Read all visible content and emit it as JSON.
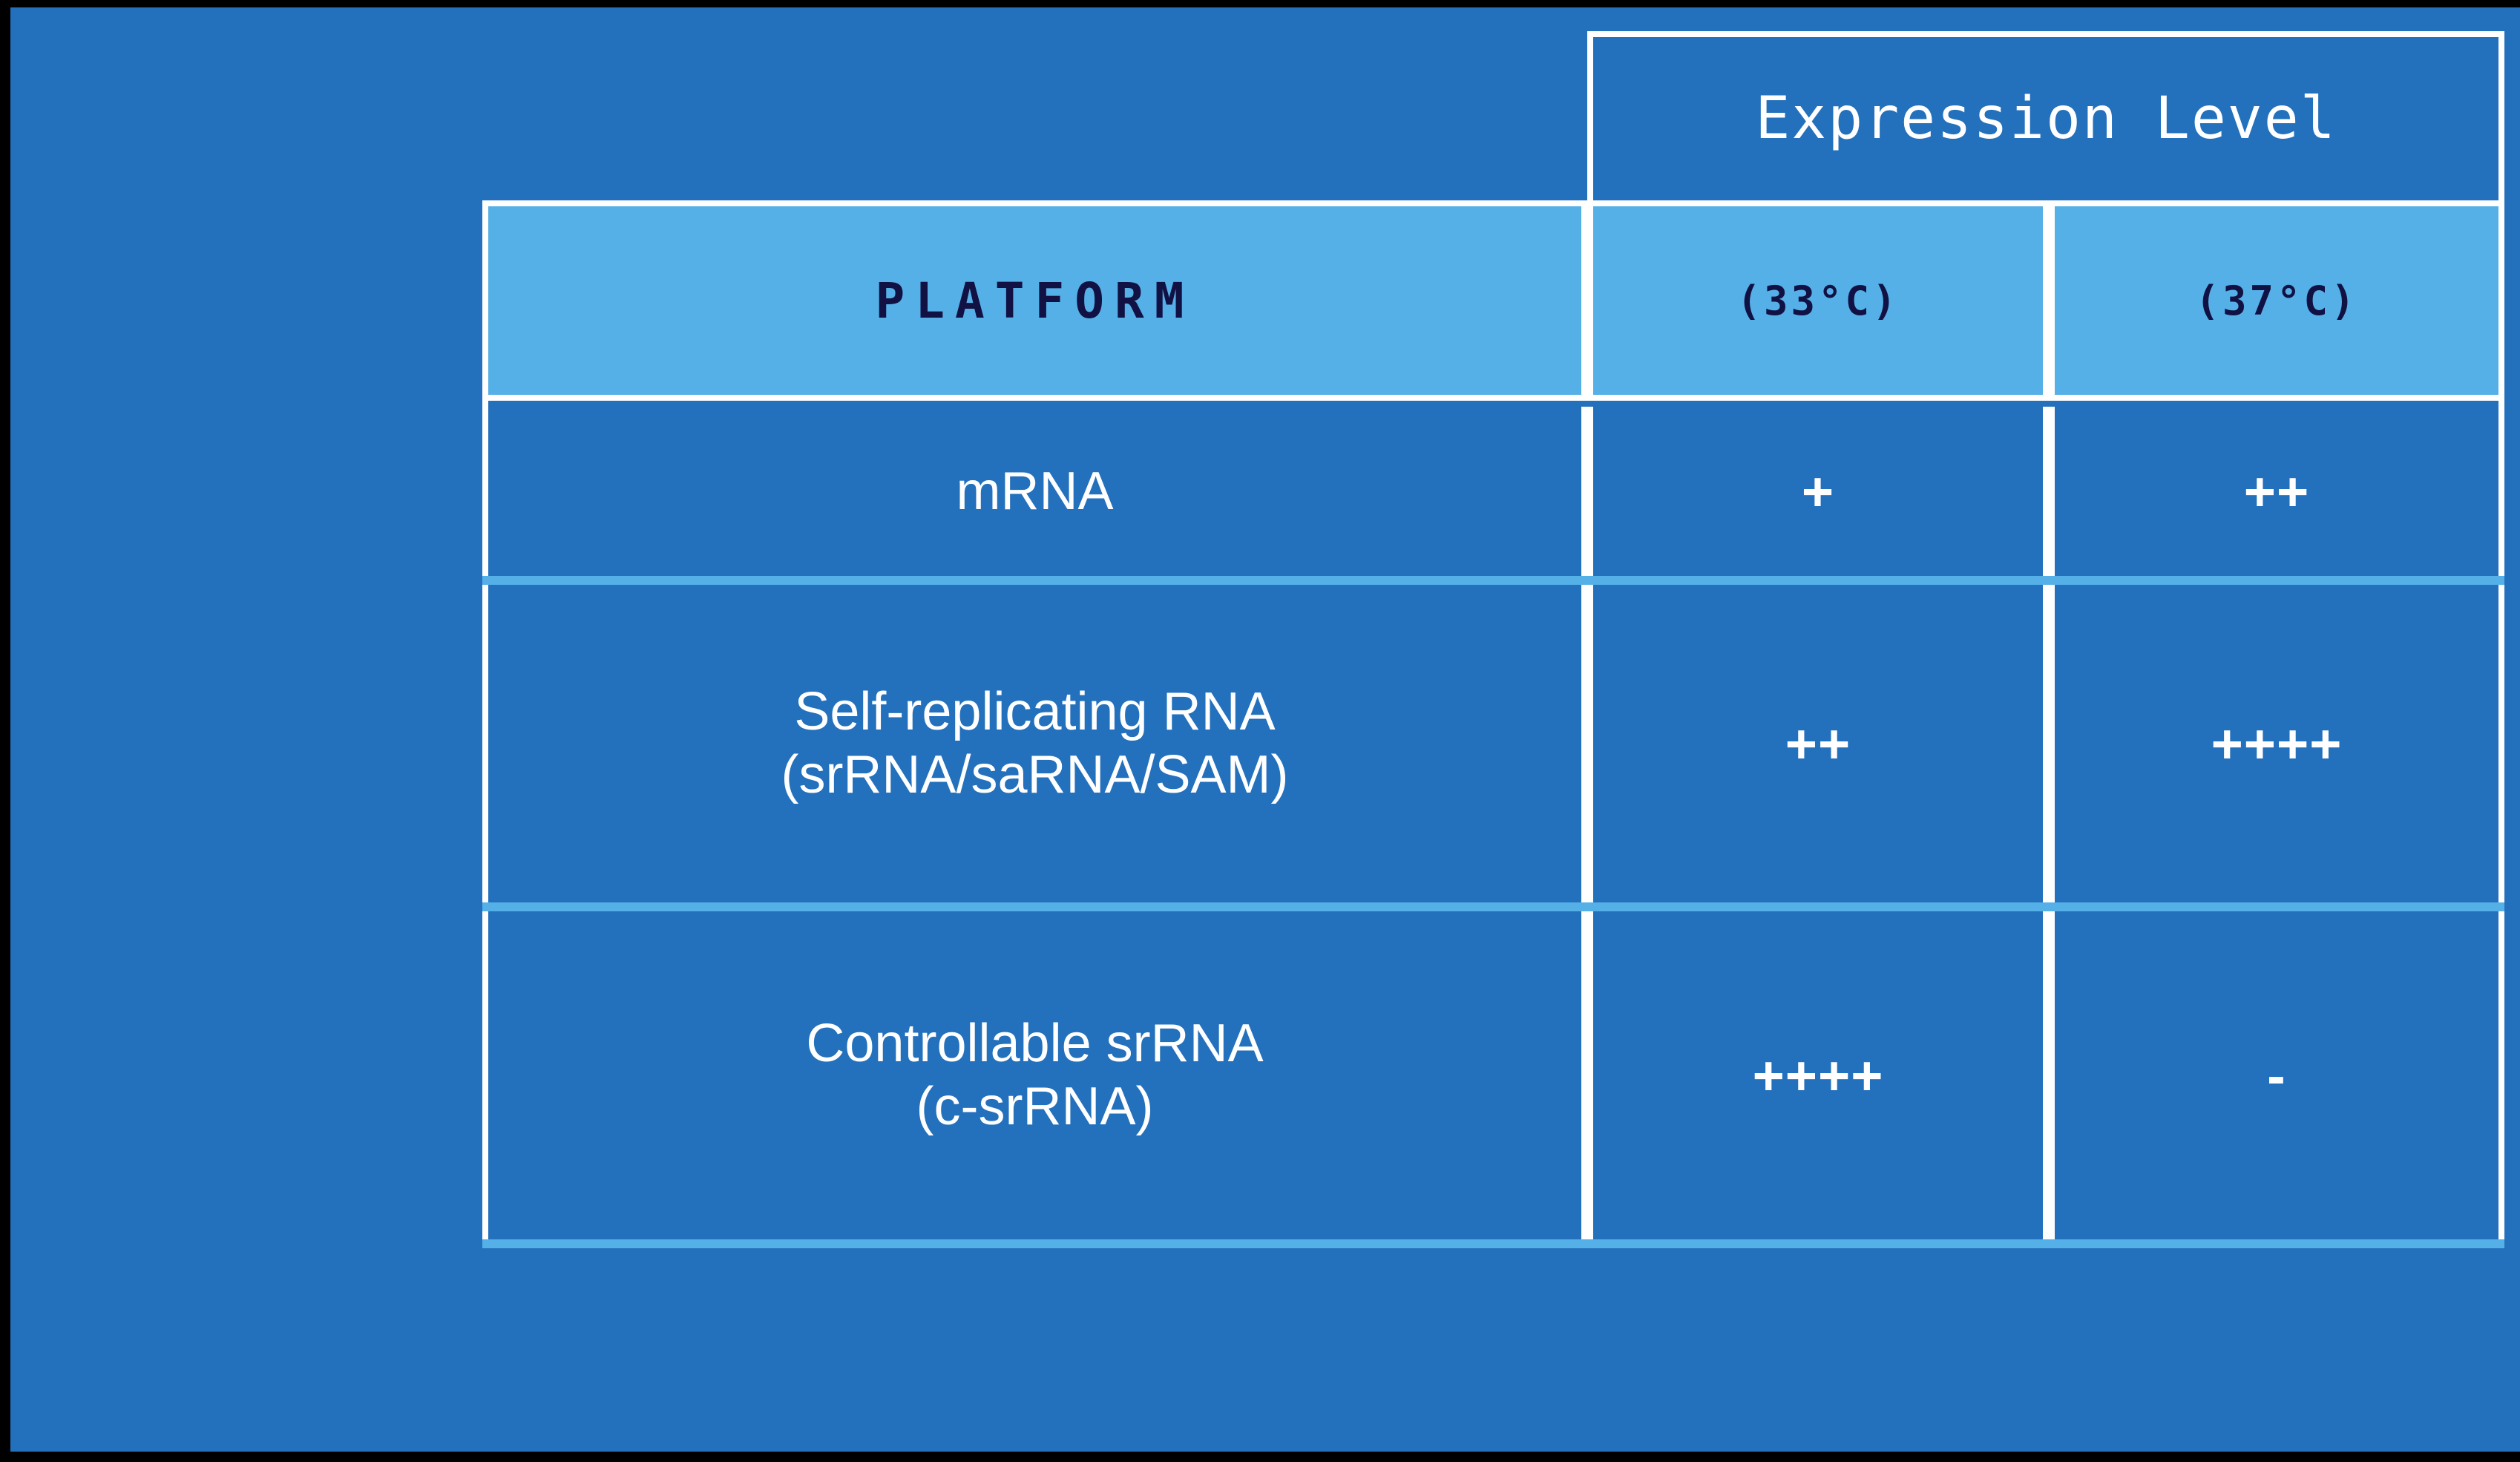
{
  "colors": {
    "background_blue": "#2370BC",
    "header_light_blue": "#55B0E8",
    "grid_white": "#FFFFFF",
    "header_text_navy": "#111144",
    "body_text_white": "#FFFFFF"
  },
  "table": {
    "super_header": "Expression Level",
    "columns": [
      {
        "key": "platform",
        "label": "PLATFORM"
      },
      {
        "key": "t33",
        "label": "(33°C)"
      },
      {
        "key": "t37",
        "label": "(37°C)"
      }
    ],
    "rows": [
      {
        "platform": "mRNA",
        "t33": "+",
        "t37": "++"
      },
      {
        "platform": "Self-replicating RNA\n(srRNA/saRNA/SAM)",
        "t33": "++",
        "t37": "++++"
      },
      {
        "platform": "Controllable srRNA\n(c-srRNA)",
        "t33": "++++",
        "t37": "-"
      }
    ]
  }
}
